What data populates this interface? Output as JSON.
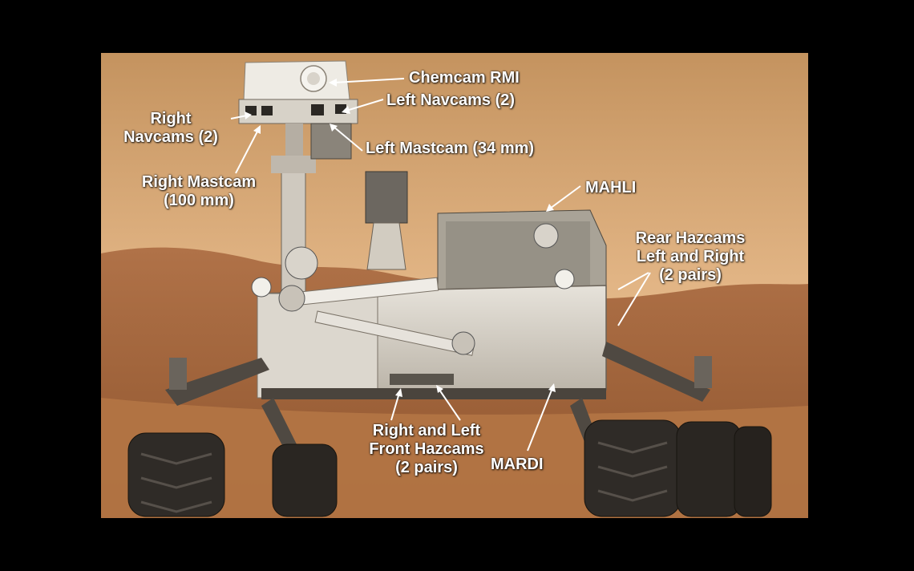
{
  "colors": {
    "background": "#000000",
    "sky_top": "#c99a66",
    "sky_bottom": "#e8bd8c",
    "hills": "#a8683c",
    "ground": "#b87a48",
    "rover_body": "#d9d4ca",
    "wheels": "#2e2a26",
    "label_text": "#ffffff"
  },
  "labels": {
    "chemcam_rmi": "Chemcam RMI",
    "left_navcams": "Left Navcams (2)",
    "right_navcams_l1": "Right",
    "right_navcams_l2": "Navcams (2)",
    "left_mastcam": "Left Mastcam (34 mm)",
    "right_mastcam_l1": "Right Mastcam",
    "right_mastcam_l2": "(100 mm)",
    "mahli": "MAHLI",
    "rear_hazcams_l1": "Rear Hazcams",
    "rear_hazcams_l2": "Left and Right",
    "rear_hazcams_l3": "(2 pairs)",
    "front_hazcams_l1": "Right and Left",
    "front_hazcams_l2": "Front Hazcams",
    "front_hazcams_l3": "(2 pairs)",
    "mardi": "MARDI"
  }
}
